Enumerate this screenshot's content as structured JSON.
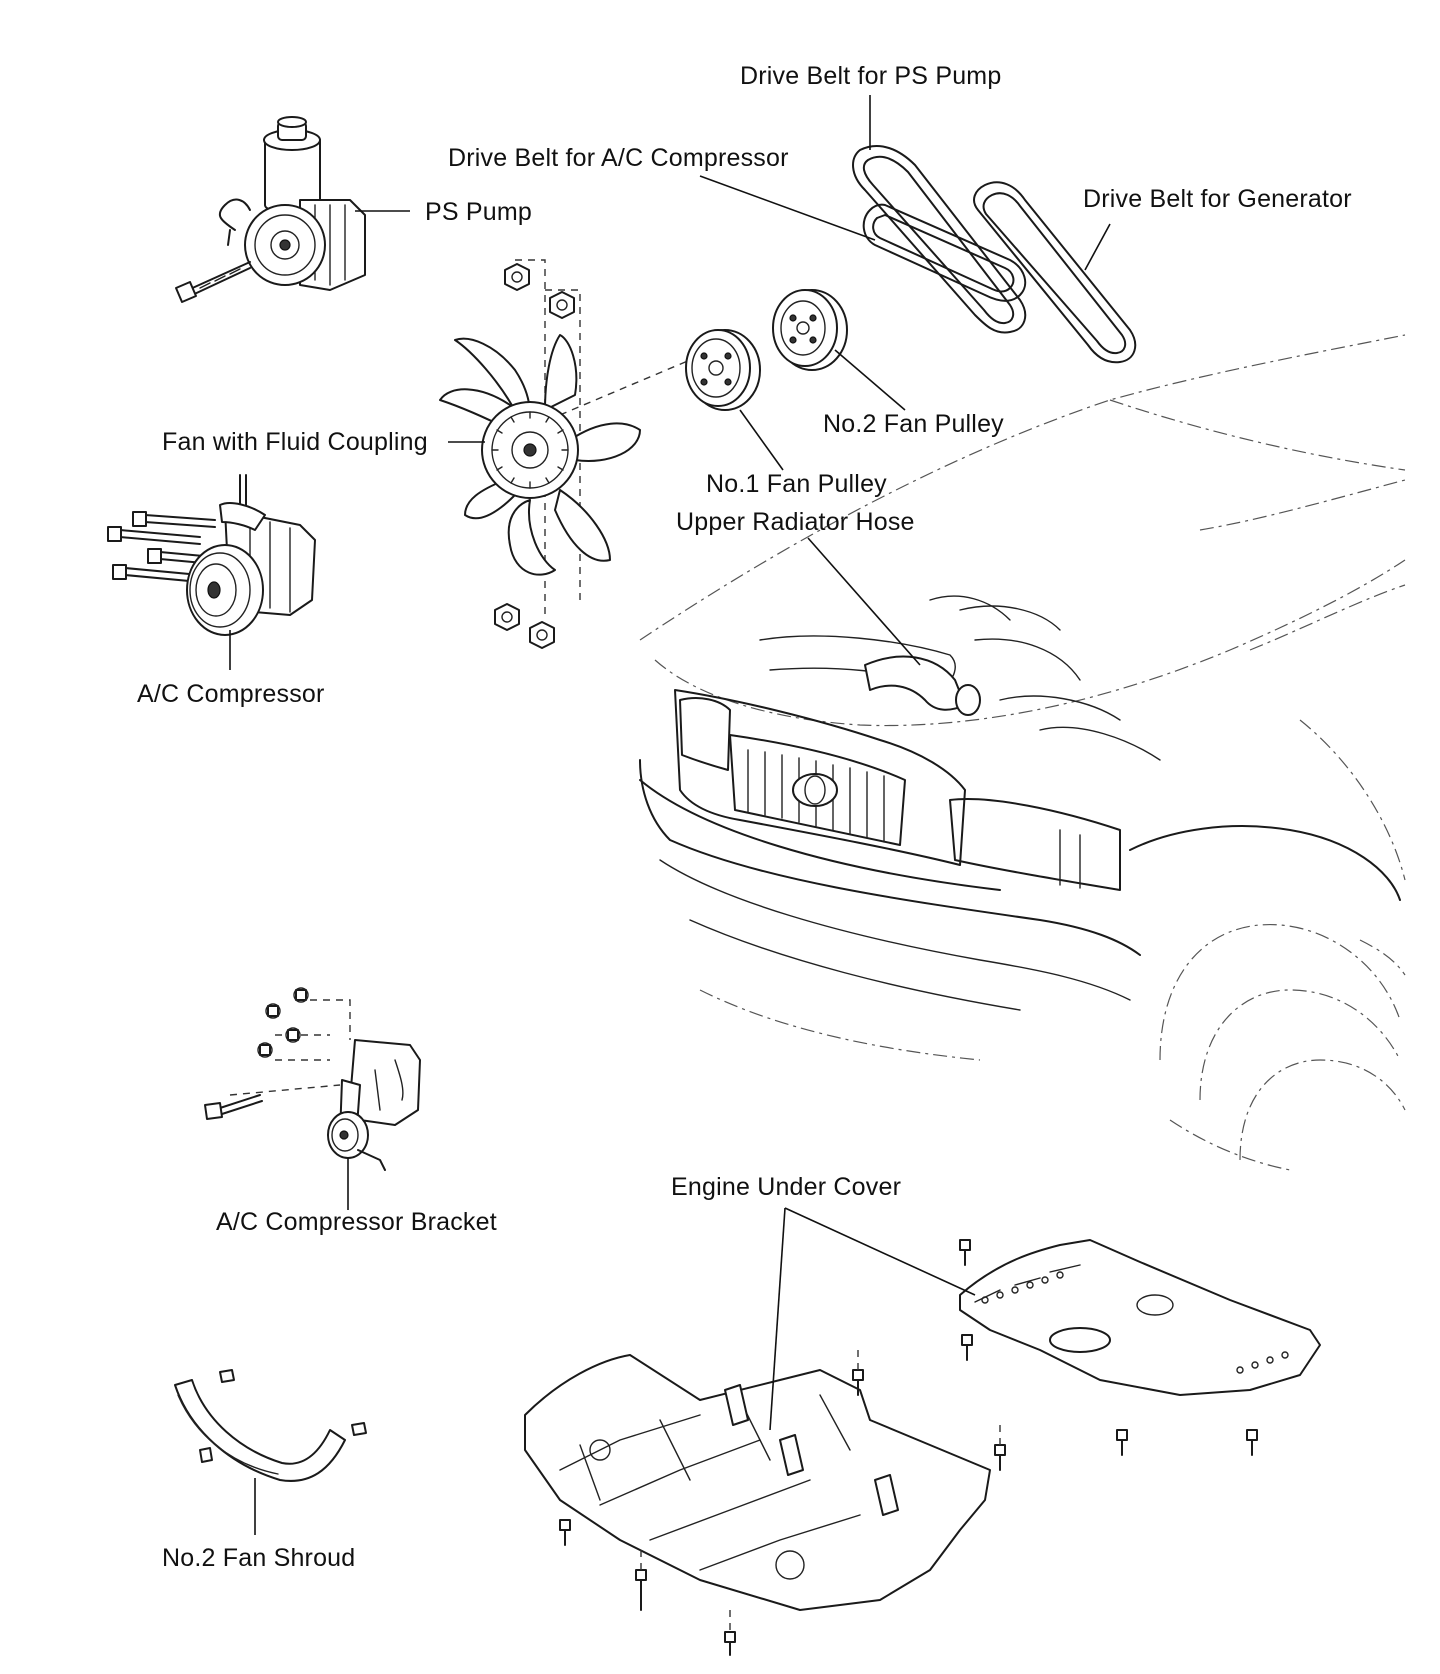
{
  "labels": {
    "drive_belt_ps_pump": "Drive Belt for PS Pump",
    "drive_belt_ac_compressor": "Drive Belt for A/C Compressor",
    "drive_belt_generator": "Drive Belt for Generator",
    "ps_pump": "PS Pump",
    "fan_with_fluid_coupling": "Fan with Fluid Coupling",
    "no2_fan_pulley": "No.2 Fan Pulley",
    "no1_fan_pulley": "No.1 Fan Pulley",
    "upper_radiator_hose": "Upper Radiator Hose",
    "ac_compressor": "A/C Compressor",
    "engine_under_cover": "Engine Under Cover",
    "ac_compressor_bracket": "A/C Compressor Bracket",
    "no2_fan_shroud": "No.2 Fan Shroud"
  },
  "colors": {
    "line": "#1a1a1a",
    "background": "#ffffff"
  }
}
